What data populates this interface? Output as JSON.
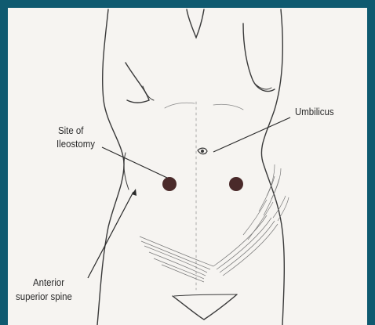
{
  "labels": {
    "site_line1": "Site of",
    "site_line2": "Ileostomy",
    "umbilicus": "Umbilicus",
    "asis_line1": "Anterior",
    "asis_line2": "superior spine"
  },
  "colors": {
    "frame": "#0f5a70",
    "background": "#f6f4f1",
    "stoma": "#4a2a2a"
  }
}
